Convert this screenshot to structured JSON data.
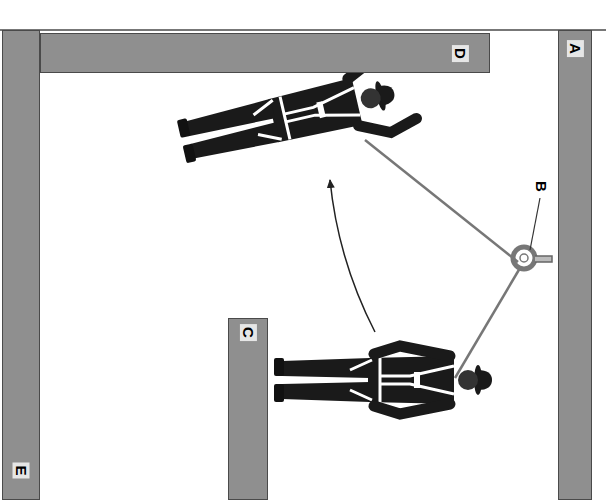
{
  "diagram": {
    "nodes": [
      {
        "text": [
          "A"
        ]
      },
      {
        "text": [
          "D"
        ]
      },
      {
        "text": [
          "C"
        ]
      },
      {
        "text": [
          "E"
        ]
      }
    ],
    "labels": [
      "B"
    ]
  }
}
